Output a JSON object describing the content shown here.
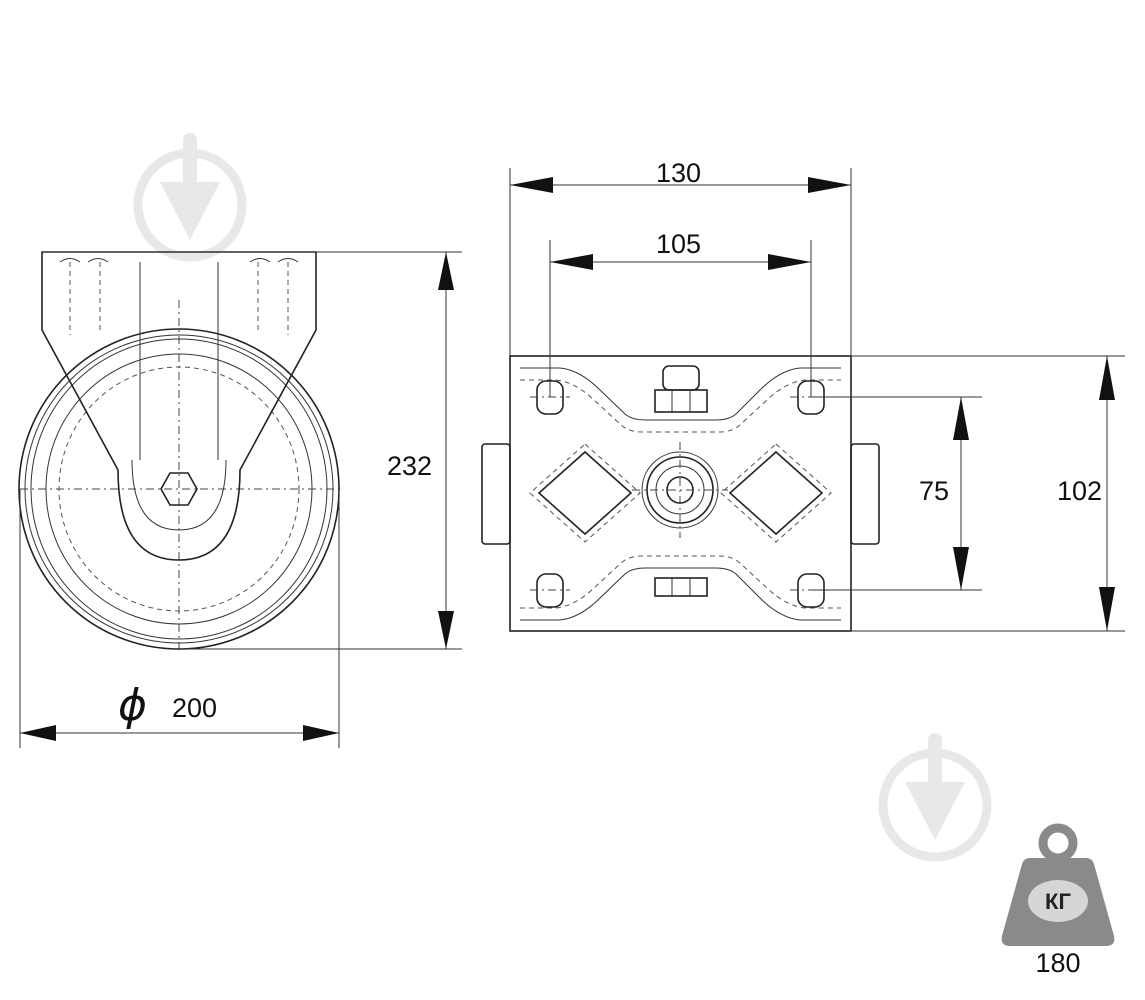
{
  "dimensions": {
    "height": "232",
    "wheel_diameter_symbol": "ϕ",
    "wheel_diameter": "200",
    "plate_length": "130",
    "hole_spacing_length": "105",
    "hole_spacing_width": "75",
    "plate_width": "102"
  },
  "load": {
    "unit": "КГ",
    "value": "180"
  },
  "icons": {
    "watermark": "download-arrow-icon",
    "load": "weight-icon"
  },
  "colors": {
    "line": "#222222",
    "watermark": "#e6e6e6",
    "weight": "#8a8a8a"
  }
}
